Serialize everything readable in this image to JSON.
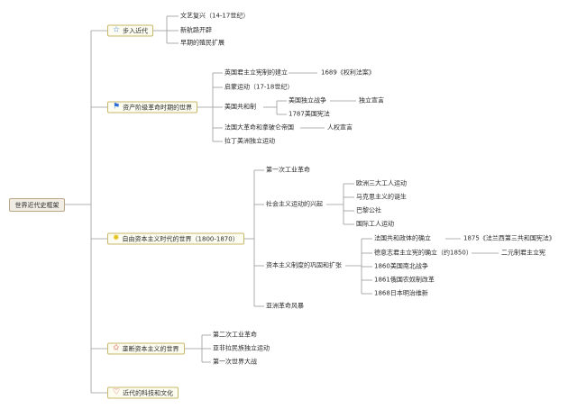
{
  "root": "世界近代史框架",
  "topics": [
    {
      "title": "步入近代",
      "icon": "star-outline-icon",
      "glyph": "☆",
      "color": "#2f6fd6",
      "items": [
        {
          "text": "文艺复兴（14-17世纪）"
        },
        {
          "text": "新航路开辟"
        },
        {
          "text": "早期的殖民扩展"
        }
      ]
    },
    {
      "title": "资产阶级革命时期的世界",
      "icon": "flag-icon",
      "glyph": "⚑",
      "color": "#2f6fd6",
      "items": [
        {
          "text": "英国君主立宪制的建立",
          "note": "1689《权利法案》"
        },
        {
          "text": "启蒙运动（17-18世纪）"
        },
        {
          "text": "美国共和制",
          "children": [
            {
              "text": "美国独立战争",
              "note": "独立宣言"
            },
            {
              "text": "1787美国宪法"
            }
          ]
        },
        {
          "text": "法国大革命和拿破仑帝国",
          "note": "人权宣言"
        },
        {
          "text": "拉丁美洲独立运动"
        }
      ]
    },
    {
      "title": "自由资本主义时代的世界（1800-1870）",
      "icon": "lightbulb-icon",
      "glyph": "✹",
      "color": "#e6c11e",
      "items": [
        {
          "text": "第一次工业革命"
        },
        {
          "text": "社会主义运动的兴起",
          "children": [
            {
              "text": "欧洲三大工人运动"
            },
            {
              "text": "马克思主义的诞生"
            },
            {
              "text": "巴黎公社"
            },
            {
              "text": "国际工人运动"
            }
          ]
        },
        {
          "text": "资本主义制度的巩固和扩张",
          "children": [
            {
              "text": "法国共和政体的确立",
              "note": "1875《法兰西第三共和国宪法》"
            },
            {
              "text": "德意志君主立宪的确立（约1850）",
              "note": "二元制君主立宪"
            },
            {
              "text": "1860美国南北战争"
            },
            {
              "text": "1861俄国农奴制改革"
            },
            {
              "text": "1868日本明治维新"
            }
          ]
        },
        {
          "text": "亚洲革命风暴"
        }
      ]
    },
    {
      "title": "垄断资本主义的世界",
      "icon": "star-icon",
      "glyph": "✩",
      "color": "#d6453d",
      "items": [
        {
          "text": "第二次工业革命"
        },
        {
          "text": "亚非拉民族独立运动"
        },
        {
          "text": "第一次世界大战"
        }
      ]
    },
    {
      "title": "近代的科技和文化",
      "icon": "heart-icon",
      "glyph": "♡",
      "color": "#d6453d",
      "items": []
    }
  ]
}
